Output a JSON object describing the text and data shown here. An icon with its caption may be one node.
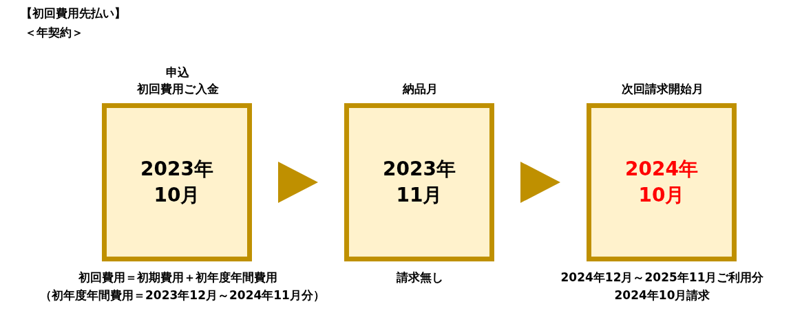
{
  "diagram": {
    "title": "【初回費用先払い】",
    "nodes": [
      {
        "text": [
          "申込",
          "初回費用ご入金",
          "2023年10月"
        ],
        "beside": [
          "初回費用＝初期費用＋初年度年間費用",
          "（初年度年間費用＝2023年12月～2024年11月分）"
        ]
      },
      {
        "text": [
          "納品月",
          "2023年11月"
        ],
        "beside": [
          "請求無し"
        ]
      },
      {
        "text": [
          "次回請求開始月",
          "2024年10月"
        ],
        "beside": [
          "2024年12月～2025年11月ご利用分",
          "2024年10月請求"
        ]
      }
    ],
    "edges": [
      {
        "from": 0,
        "to": 1,
        "arrow": "to"
      },
      {
        "from": 1,
        "to": 2,
        "arrow": "to"
      }
    ],
    "labels": [
      "＜年契約＞"
    ]
  }
}
